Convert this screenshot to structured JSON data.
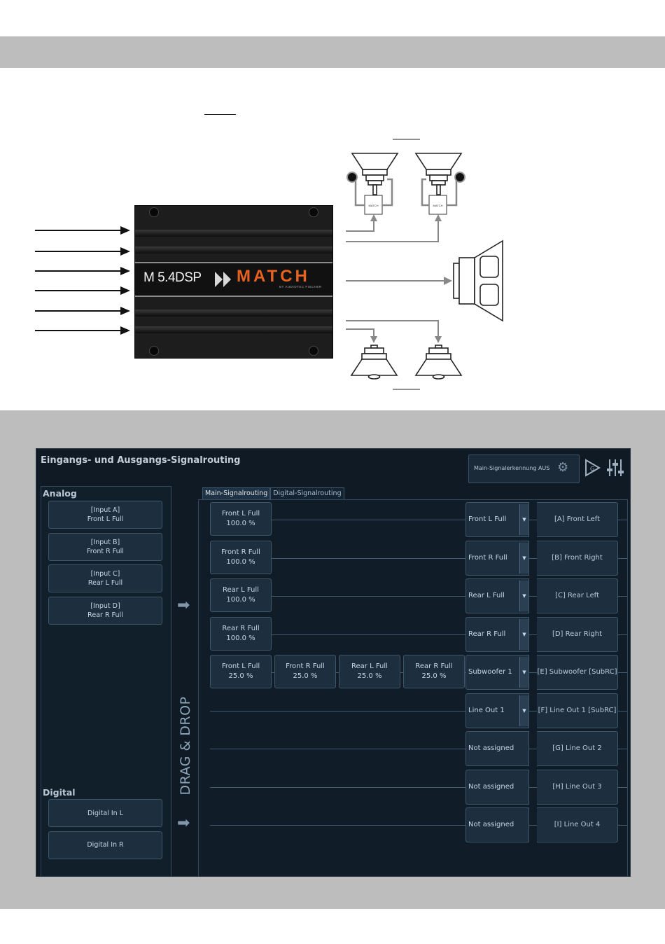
{
  "diagram": {
    "amplifier": {
      "model_text": "M 5.4DSP",
      "brand_text": "MATCH",
      "brand_subtext": "BY AUDIOTEC FISCHER"
    },
    "crossover_label": "MATCH",
    "input_count": 6
  },
  "app": {
    "title": "Eingangs- und Ausgangs-Signalrouting",
    "signal_detect_label": "Main-Signalerkennung AUS",
    "analog_label": "Analog",
    "digital_label": "Digital",
    "drag_drop_label": "DRAG & DROP",
    "tabs": [
      {
        "label": "Main-Signalrouting",
        "active": true
      },
      {
        "label": "Digital-Signalrouting",
        "active": false
      }
    ],
    "analog_inputs": [
      {
        "line1": "[Input A]",
        "line2": "Front L Full"
      },
      {
        "line1": "[Input B]",
        "line2": "Front R Full"
      },
      {
        "line1": "[Input C]",
        "line2": "Rear L Full"
      },
      {
        "line1": "[Input D]",
        "line2": "Rear R Full"
      }
    ],
    "digital_inputs": [
      {
        "label": "Digital In L"
      },
      {
        "label": "Digital In R"
      }
    ],
    "routes": [
      {
        "chips": [
          {
            "name": "Front L Full",
            "level": "100.0 %"
          }
        ],
        "select": "Front L Full",
        "has_dropdown": true,
        "output": "[A] Front Left"
      },
      {
        "chips": [
          {
            "name": "Front R Full",
            "level": "100.0 %"
          }
        ],
        "select": "Front R Full",
        "has_dropdown": true,
        "output": "[B] Front Right"
      },
      {
        "chips": [
          {
            "name": "Rear L Full",
            "level": "100.0 %"
          }
        ],
        "select": "Rear L Full",
        "has_dropdown": true,
        "output": "[C] Rear Left"
      },
      {
        "chips": [
          {
            "name": "Rear R Full",
            "level": "100.0 %"
          }
        ],
        "select": "Rear R Full",
        "has_dropdown": true,
        "output": "[D] Rear Right"
      },
      {
        "chips": [
          {
            "name": "Front L Full",
            "level": "25.0 %"
          },
          {
            "name": "Front R Full",
            "level": "25.0 %"
          },
          {
            "name": "Rear L Full",
            "level": "25.0 %"
          },
          {
            "name": "Rear R Full",
            "level": "25.0 %"
          }
        ],
        "select": "Subwoofer 1",
        "has_dropdown": true,
        "output": "[E] Subwoofer [SubRC]"
      },
      {
        "chips": [],
        "select": "Line Out 1",
        "has_dropdown": true,
        "output": "[F] Line Out 1 [SubRC]"
      },
      {
        "chips": [],
        "select": "Not assigned",
        "has_dropdown": false,
        "output": "[G] Line Out 2"
      },
      {
        "chips": [],
        "select": "Not assigned",
        "has_dropdown": false,
        "output": "[H] Line Out 3"
      },
      {
        "chips": [],
        "select": "Not assigned",
        "has_dropdown": false,
        "output": "[I] Line Out 4"
      }
    ]
  },
  "colors": {
    "panel_bg": "#0f1a24",
    "button_bg": "#1d2f3f",
    "band_gray": "#bdbdbd",
    "brand_orange": "#e8621e"
  }
}
